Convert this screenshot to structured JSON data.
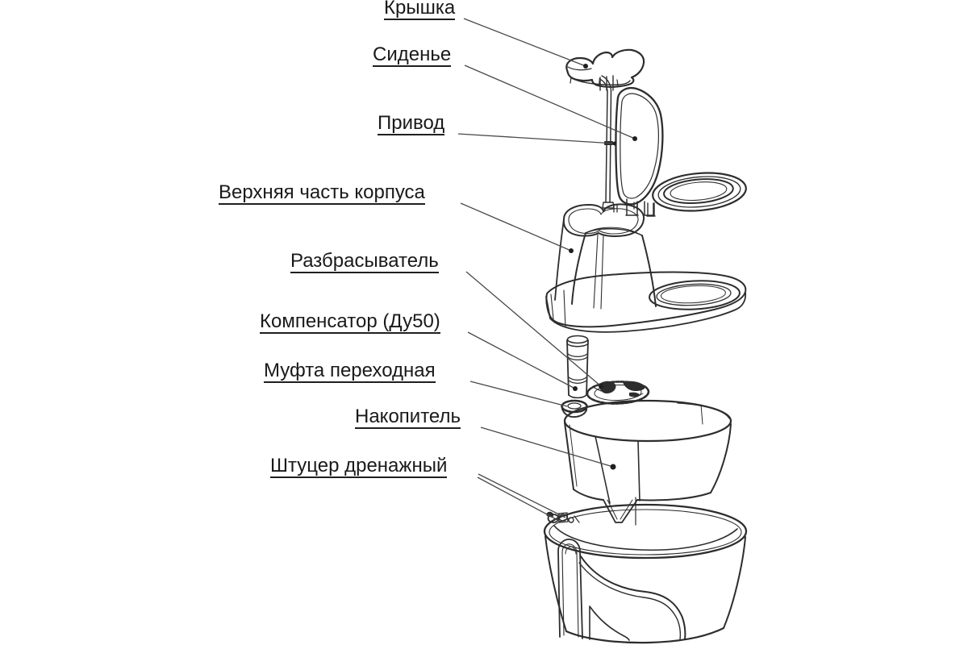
{
  "diagram": {
    "type": "exploded-parts-diagram",
    "colors": {
      "background": "#ffffff",
      "line": "#2d2d2d",
      "text": "#1a1a1a",
      "leader": "#4a4a4a"
    },
    "labels": [
      {
        "id": "kryshka",
        "text": "Крышка"
      },
      {
        "id": "sidene",
        "text": "Сиденье"
      },
      {
        "id": "privod",
        "text": "Привод"
      },
      {
        "id": "verhnyaya",
        "text": "Верхняя часть корпуса"
      },
      {
        "id": "razbrasyvatel",
        "text": "Разбрасыватель"
      },
      {
        "id": "kompensator",
        "text": "Компенсатор (Ду50)"
      },
      {
        "id": "mufta",
        "text": "Муфта переходная"
      },
      {
        "id": "nakopitel",
        "text": "Накопитель"
      },
      {
        "id": "shtutser",
        "text": "Штуцер дренажный"
      }
    ]
  }
}
